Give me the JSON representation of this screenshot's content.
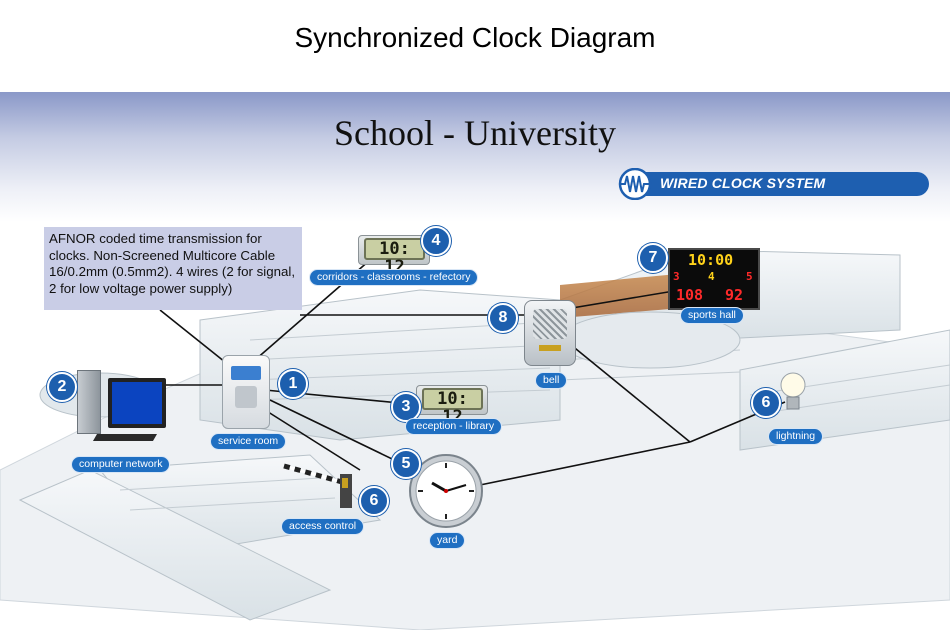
{
  "title": "Synchronized Clock Diagram",
  "subtitle": "School - University",
  "brand_label": "WIRED CLOCK SYSTEM",
  "cable_note": "AFNOR coded time transmission for clocks. Non-Screened Multicore Cable 16/0.2mm (0.5mm2). 4 wires (2 for signal, 2 for low voltage power supply)",
  "colors": {
    "pill": "#1f6fc2",
    "badge": "#1d5fae",
    "note_bg": "#c9cde6",
    "banner": "#8a98c8"
  },
  "nodes": [
    {
      "id": "service",
      "number": "1",
      "label": "service room"
    },
    {
      "id": "computer",
      "number": "2",
      "label": "computer network"
    },
    {
      "id": "reception",
      "number": "3",
      "label": "reception - library",
      "display": "10: 12"
    },
    {
      "id": "corridors",
      "number": "4",
      "label": "corridors - classrooms - refectory",
      "display": "10: 12"
    },
    {
      "id": "yard",
      "number": "5",
      "label": "yard"
    },
    {
      "id": "access",
      "number": "6",
      "label": "access control"
    },
    {
      "id": "lightning",
      "number": "6",
      "label": "lightning"
    },
    {
      "id": "sports",
      "number": "7",
      "label": "sports hall"
    },
    {
      "id": "bell",
      "number": "8",
      "label": "bell"
    }
  ],
  "scoreboard": {
    "time": "10:00",
    "home_score": "108",
    "away_score": "92",
    "period": "4",
    "home_fouls": "3",
    "away_fouls": "5"
  }
}
